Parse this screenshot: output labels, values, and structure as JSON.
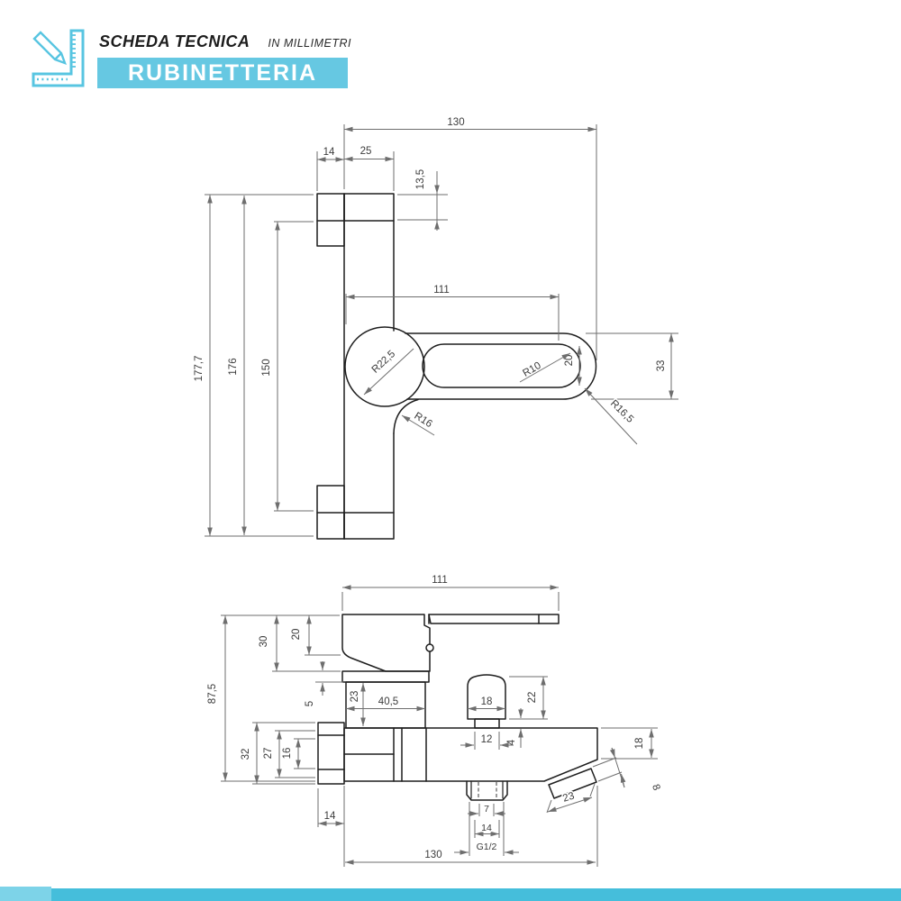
{
  "header": {
    "title": "SCHEDA TECNICA",
    "unit_note": "IN MILLIMETRI",
    "category": "RUBINETTERIA"
  },
  "colors": {
    "accent_box": "#66c8e2",
    "footer_bar": "#45bedb",
    "footer_accent": "#7dd3e8",
    "outline": "#1e1e1e",
    "dimension": "#6e6e6e"
  },
  "icons": {
    "logo": "ruler-pencil-icon"
  },
  "top_view": {
    "d130": "130",
    "d14": "14",
    "d25": "25",
    "d13_5": "13,5",
    "d111": "111",
    "d177_7": "177,7",
    "d176": "176",
    "d150": "150",
    "d20": "20",
    "d33": "33",
    "r22_5": "R22,5",
    "r10": "R10",
    "r16": "R16",
    "r16_5": "R16,5"
  },
  "side_view": {
    "d111": "111",
    "d30": "30",
    "d20": "20",
    "d87_5": "87,5",
    "d5": "5",
    "d23": "23",
    "d40_5": "40,5",
    "d18_top": "18",
    "d22": "22",
    "d12": "12",
    "d4": "4",
    "d32": "32",
    "d27": "27",
    "d16": "16",
    "d14_nut": "14",
    "d130": "130",
    "d7": "7",
    "d14_thread": "14",
    "thread": "G1/2",
    "d18_spout": "18",
    "d8": "8",
    "d23_spout": "23"
  }
}
